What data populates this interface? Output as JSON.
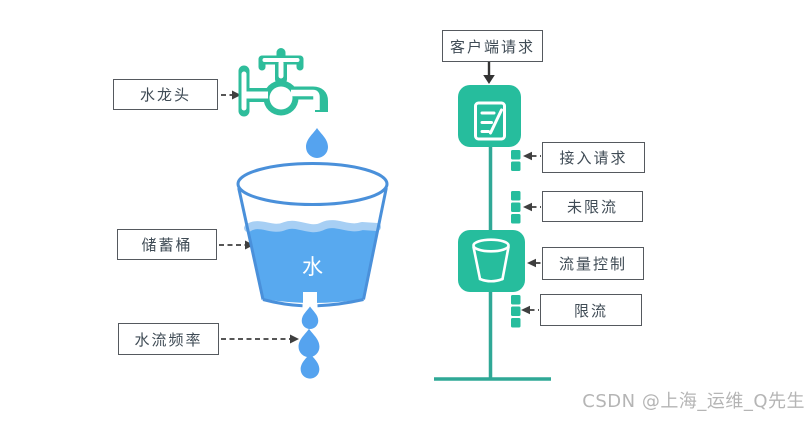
{
  "left_diagram": {
    "labels": {
      "faucet": "水龙头",
      "storage_bucket": "储蓄桶",
      "flow_rate": "水流频率",
      "water": "水"
    }
  },
  "right_diagram": {
    "labels": {
      "client_request": "客户端请求",
      "incoming_request": "接入请求",
      "not_limited": "未限流",
      "flow_control": "流量控制",
      "limited": "限流"
    }
  },
  "watermark": "CSDN @上海_运维_Q先生",
  "colors": {
    "teal_box": "#26BD9D",
    "teal_line": "#2FA896",
    "drop_blue": "#55A3EF",
    "bucket_outline": "#4A90DA",
    "water_fill": "#58A9EF",
    "water_wave": "#A7CFF4",
    "label_border": "#55595E",
    "label_text": "#3F4B55",
    "arrow_dark": "#3F3F3F",
    "watermark_gray": "#B5B5B5"
  }
}
